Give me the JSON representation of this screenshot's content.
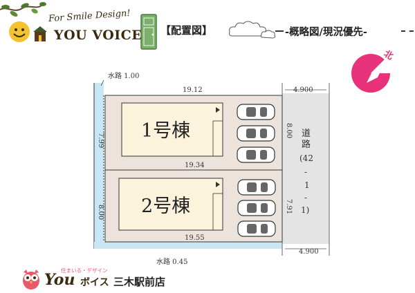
{
  "header": {
    "tagline": "For Smile Design!",
    "brand": "YOU VOICE",
    "badge": "【配置図】",
    "note": "-概略図/現況優先-"
  },
  "compass": {
    "label": "北"
  },
  "plan": {
    "canal_top": "水路 1.00",
    "canal_bottom": "水路 0.45",
    "road_label": [
      "道",
      "路",
      "(42",
      "-",
      "1",
      "-",
      "1)"
    ],
    "road_width_top": "4.900",
    "road_width_bottom": "4.900",
    "lot1": {
      "name": "1号棟",
      "top_width": "19.12",
      "bottom_width": "19.34",
      "left_depth": "7.99",
      "right_depth": "8.00"
    },
    "lot2": {
      "name": "2号棟",
      "bottom_width": "19.55",
      "left_depth": "8.00",
      "right_depth": "7.91"
    }
  },
  "footer": {
    "small": "住まいる・デザイン",
    "logo": "You",
    "katakana": "ボイス",
    "store": "三木駅前店"
  },
  "colors": {
    "site": "#ece4dc",
    "house": "#fbf3dc",
    "road": "#e4e4e4",
    "canal": "#c8e6f5",
    "compass": "#e8327a"
  }
}
